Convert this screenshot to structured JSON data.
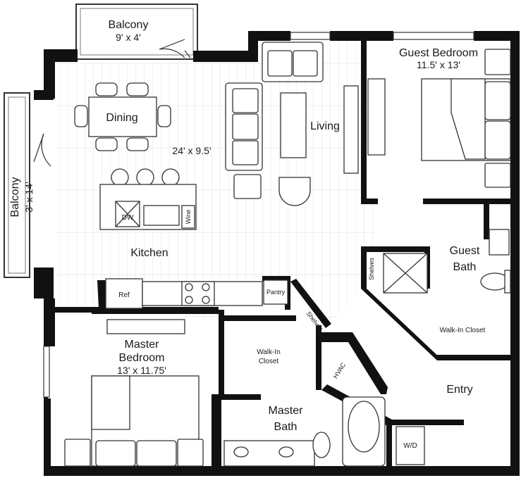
{
  "plan": {
    "rooms": {
      "balcony_top": {
        "name": "Balcony",
        "size": "9' x 4'"
      },
      "balcony_left": {
        "name": "Balcony",
        "size": "3' x 14'"
      },
      "dining": {
        "name": "Dining"
      },
      "living": {
        "name": "Living",
        "size": "24' x 9.5'"
      },
      "kitchen": {
        "name": "Kitchen"
      },
      "guest_bedroom": {
        "name": "Guest Bedroom",
        "size": "11.5' x 13'"
      },
      "guest_bath": {
        "name_line1": "Guest",
        "name_line2": "Bath"
      },
      "master_bedroom": {
        "name_line1": "Master",
        "name_line2": "Bedroom",
        "size": "13' x 11.75'"
      },
      "master_bath": {
        "name_line1": "Master",
        "name_line2": "Bath"
      },
      "walkin_master": {
        "line1": "Walk-In",
        "line2": "Closet"
      },
      "walkin_guest": {
        "name": "Walk-In Closet"
      },
      "entry": {
        "name": "Entry"
      }
    },
    "fixtures": {
      "dw": "DW",
      "wine": "Wine",
      "ref": "Ref",
      "pantry": "Pantry",
      "shelves_guest": "Shelves",
      "shelves_hall": "Shelves",
      "hvac": "HVAC",
      "wd": "W/D"
    }
  }
}
